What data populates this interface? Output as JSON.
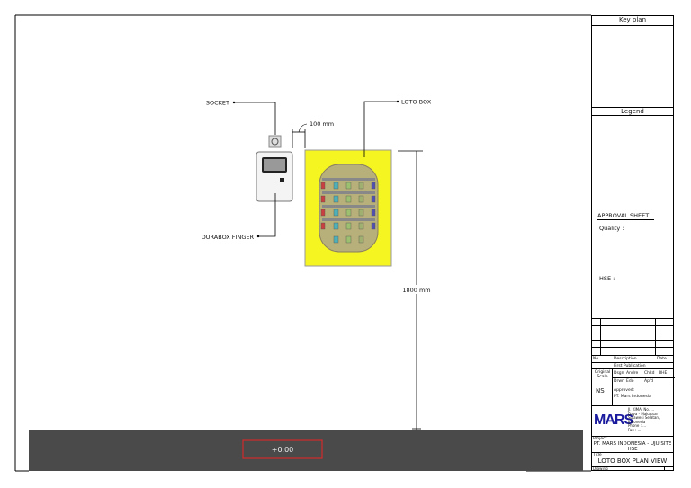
{
  "drawing": {
    "socket_label": "SOCKET",
    "durabox_label": "DURABOX FINGER",
    "loto_label": "LOTO BOX",
    "gap_dimension": "100 mm",
    "height_dimension": "1800 mm",
    "floor_level": "+0.00",
    "colors": {
      "loto_panel": "#f5f522",
      "floor": "#4a4a4a",
      "level_box": "#d22b2b"
    }
  },
  "title_block": {
    "key_plan": "Key plan",
    "legend": "Legend",
    "approval_sheet": "APPROVAL SHEET",
    "quality": "Quality :",
    "hse": "HSE :",
    "rev_no": "No",
    "rev_description": "Description",
    "rev_date": "Date",
    "rev_first": "First Publication",
    "original_scale": "Original Scale",
    "scale": "NS",
    "dsgn": "Dsgn",
    "dsgn_name": "Andre",
    "chkd": "Chkd",
    "chkd_name": "BHE",
    "drwn": "Drwn",
    "drwn_name": "Edo",
    "apd": "Ap'd",
    "approved": "Approved:",
    "approved_by": "PT. Mars Indonesia",
    "logo": "MARS",
    "address": [
      "Jl. KIMA, No. ...",
      "Daya - Makassar",
      "Sulawesi Selatan, Indonesia",
      "Phone : ...",
      "Fax : ..."
    ],
    "project_label": "Project",
    "project": "PT. MARS INDONESIA - UJU SITE HSE",
    "title_label": "Title",
    "title": "LOTO BOX PLAN VIEW",
    "drawing_label": "Drawing"
  }
}
